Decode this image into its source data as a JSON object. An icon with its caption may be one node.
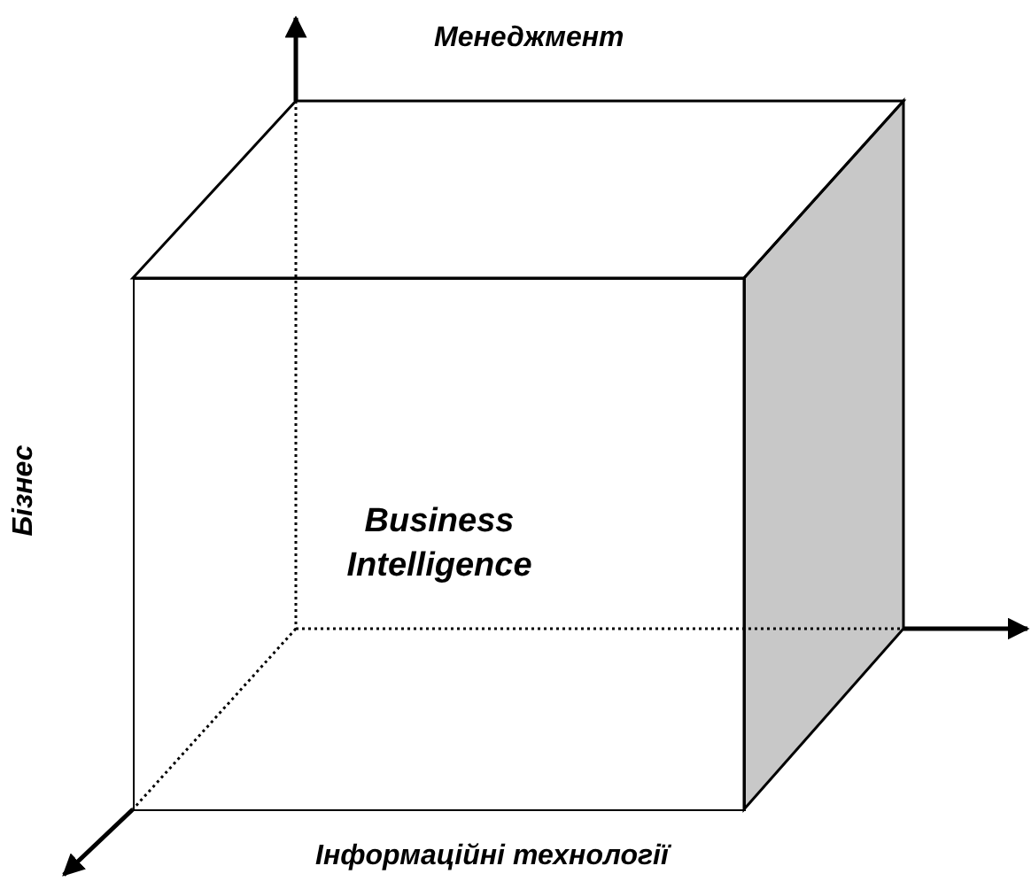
{
  "diagram": {
    "nodes": [
      {
        "text": [
          "Business Intelligence"
        ]
      }
    ],
    "labels": [
      "Менеджмент",
      "Бізнес",
      "Інформаційні технології"
    ]
  }
}
